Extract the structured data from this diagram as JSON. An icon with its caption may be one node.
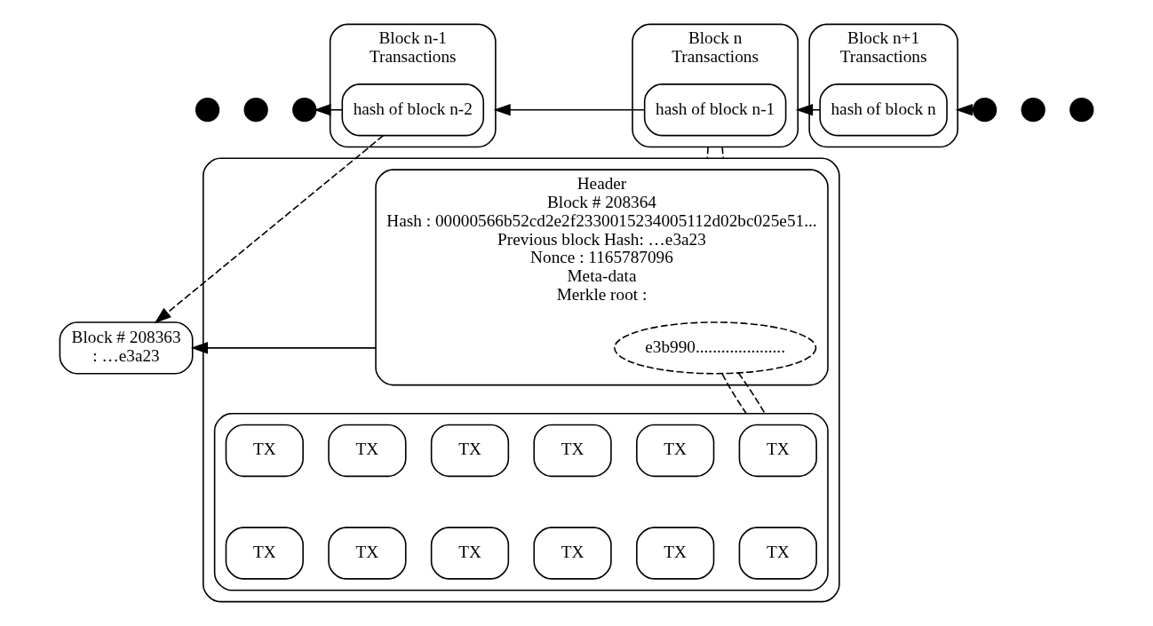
{
  "diagram": {
    "nodes": [
      {
        "text": [],
        "shape": "circle"
      },
      {
        "text": [],
        "shape": "circle"
      },
      {
        "text": [],
        "shape": "circle"
      },
      {
        "text": [
          "Block n-1",
          "Transactions"
        ]
      },
      {
        "text": [
          "hash of block n-2"
        ],
        "in": 3
      },
      {
        "text": [
          "Block n",
          "Transactions"
        ]
      },
      {
        "text": [
          "hash of block n-1"
        ],
        "in": 5
      },
      {
        "text": [
          "Block n+1",
          "Transactions"
        ]
      },
      {
        "text": [
          "hash of block n"
        ],
        "in": 7
      },
      {
        "text": [],
        "shape": "circle"
      },
      {
        "text": [],
        "shape": "circle"
      },
      {
        "text": [],
        "shape": "circle"
      },
      {
        "text": [
          "Block # 208363",
          ": …e3a23"
        ]
      },
      {
        "text": [],
        "shape": "box"
      },
      {
        "text": [
          "Header",
          "Block # 208364",
          "Hash : 00000566b52cd2e2f2330015234005112d02bc025e51...",
          "Previous block Hash: …e3a23",
          "Nonce : 1165787096",
          "Meta-data",
          "Merkle root :"
        ],
        "in": 13
      },
      {
        "text": [
          "e3b990....................."
        ],
        "in": 14
      },
      {
        "text": [],
        "shape": "box",
        "in": 13
      },
      {
        "text": [
          "TX"
        ],
        "in": 16
      },
      {
        "text": [
          "TX"
        ],
        "in": 16
      },
      {
        "text": [
          "TX"
        ],
        "in": 16
      },
      {
        "text": [
          "TX"
        ],
        "in": 16
      },
      {
        "text": [
          "TX"
        ],
        "in": 16
      },
      {
        "text": [
          "TX"
        ],
        "in": 16
      },
      {
        "text": [
          "TX"
        ],
        "in": 16
      },
      {
        "text": [
          "TX"
        ],
        "in": 16
      },
      {
        "text": [
          "TX"
        ],
        "in": 16
      },
      {
        "text": [
          "TX"
        ],
        "in": 16
      },
      {
        "text": [
          "TX"
        ],
        "in": 16
      },
      {
        "text": [
          "TX"
        ],
        "in": 16
      }
    ],
    "edges": [
      {
        "from": 4,
        "to": 2,
        "arrow": "to"
      },
      {
        "from": 6,
        "to": 3,
        "arrow": "to"
      },
      {
        "from": 8,
        "to": 5,
        "arrow": "to"
      },
      {
        "from": 9,
        "to": 7,
        "arrow": "to"
      },
      {
        "from": 4,
        "to": 12,
        "arrow": "to",
        "style": "dashed"
      },
      {
        "from": 14,
        "to": 12,
        "arrow": "to"
      },
      {
        "from": 5,
        "to": 13,
        "arrow": "none",
        "style": "dashed"
      },
      {
        "from": 5,
        "to": 13,
        "arrow": "none",
        "style": "dashed"
      },
      {
        "from": 15,
        "to": 16,
        "arrow": "none",
        "style": "dashed"
      },
      {
        "from": 15,
        "to": 16,
        "arrow": "none",
        "style": "dashed"
      }
    ]
  }
}
